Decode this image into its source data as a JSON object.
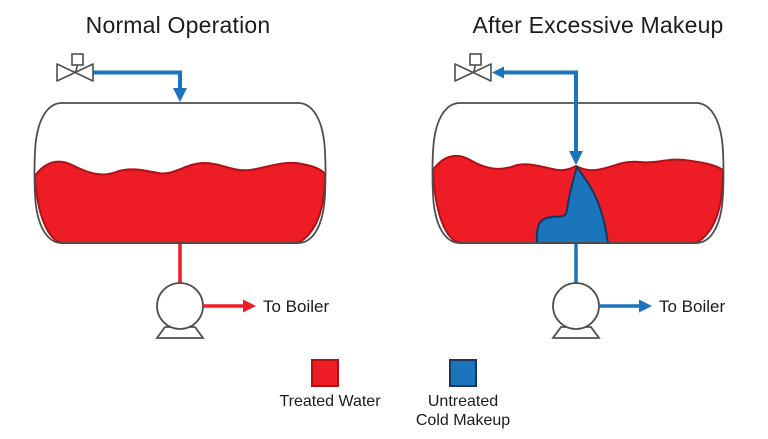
{
  "diagram": {
    "panels": [
      {
        "title": "Normal Operation",
        "outlet_label": "To Boiler"
      },
      {
        "title": "After Excessive Makeup",
        "outlet_label": "To Boiler"
      }
    ],
    "legend": {
      "items": [
        {
          "label": "Treated Water",
          "lines": [
            "Treated Water",
            ""
          ],
          "color": "#EE1C25",
          "border": "#B01116"
        },
        {
          "label": "Untreated Cold Makeup",
          "lines": [
            "Untreated",
            "Cold Makeup"
          ],
          "color": "#1B75BC",
          "border": "#17375E"
        }
      ]
    },
    "colors": {
      "treated_water": "#EE1C25",
      "treated_water_edge": "#B01116",
      "untreated_makeup": "#1B75BC",
      "untreated_makeup_edge": "#17375E",
      "equipment_outline": "#4F4F4F",
      "text": "#1C1C1C",
      "background": "#FFFFFF"
    },
    "icons": {
      "valve": "bowtie-valve-icon",
      "pump": "centrifugal-pump-icon",
      "flow_arrow": "flow-arrow-icon"
    }
  }
}
